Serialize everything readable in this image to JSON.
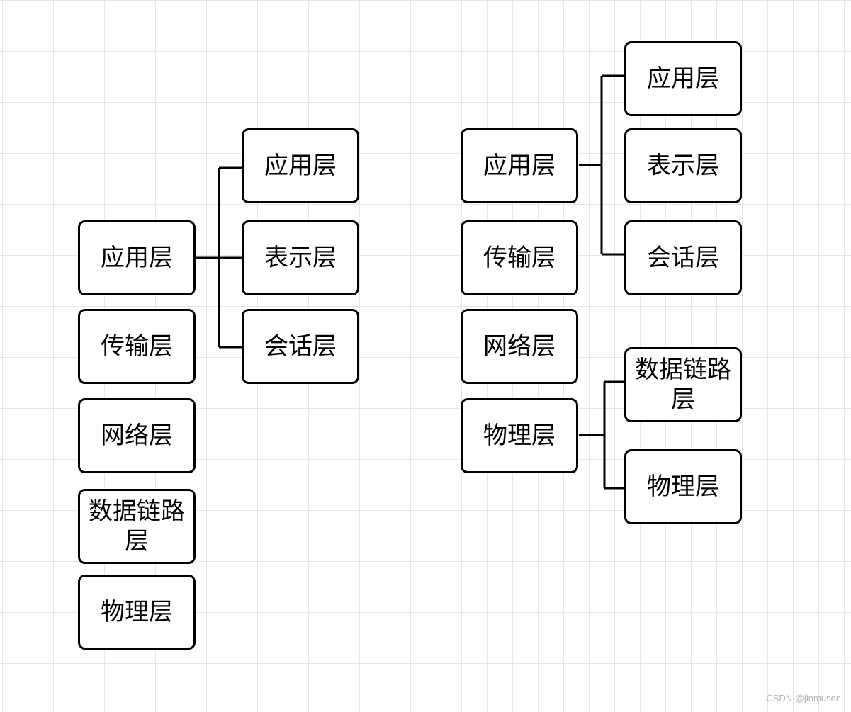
{
  "left_diagram": {
    "stack": [
      "应用层",
      "传输层",
      "网络层",
      "数据链路层",
      "物理层"
    ],
    "branch": [
      "应用层",
      "表示层",
      "会话层"
    ]
  },
  "right_diagram": {
    "stack": [
      "应用层",
      "传输层",
      "网络层",
      "物理层"
    ],
    "branch_top": [
      "应用层",
      "表示层",
      "会话层"
    ],
    "branch_bottom": [
      "数据链路层",
      "物理层"
    ]
  },
  "watermark": "CSDN @jinmusen"
}
